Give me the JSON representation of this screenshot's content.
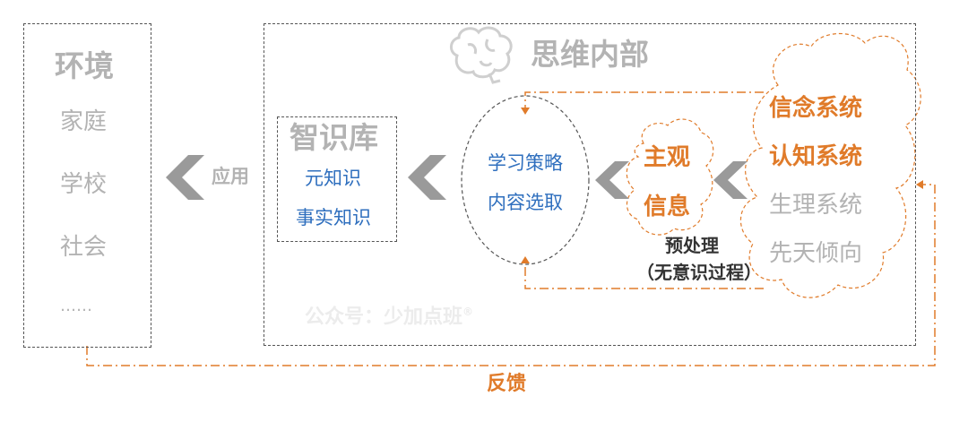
{
  "environment": {
    "title": "环境",
    "items": [
      "家庭",
      "学校",
      "社会",
      "……"
    ]
  },
  "inner_mind": {
    "title": "思维内部"
  },
  "apply_label": "应用",
  "knowledge_base": {
    "title": "智识库",
    "items": [
      "元知识",
      "事实知识"
    ]
  },
  "learning_strategy": {
    "lines": [
      "学习策略",
      "内容选取"
    ]
  },
  "subjective_info": {
    "lines": [
      "主观",
      "信息"
    ]
  },
  "preprocess": {
    "line1": "预处理",
    "line2": "（无意识过程）"
  },
  "systems": {
    "highlighted": [
      "信念系统",
      "认知系统"
    ],
    "muted": [
      "生理系统",
      "先天倾向"
    ]
  },
  "feedback_label": "反馈",
  "watermark": "公众号：少加点班",
  "watermark_mark": "®",
  "colors": {
    "orange": "#e07b2a",
    "blue": "#2f6fbe",
    "grey": "#b3b3b3",
    "chevron": "#9a9a9a",
    "border": "#555555"
  }
}
